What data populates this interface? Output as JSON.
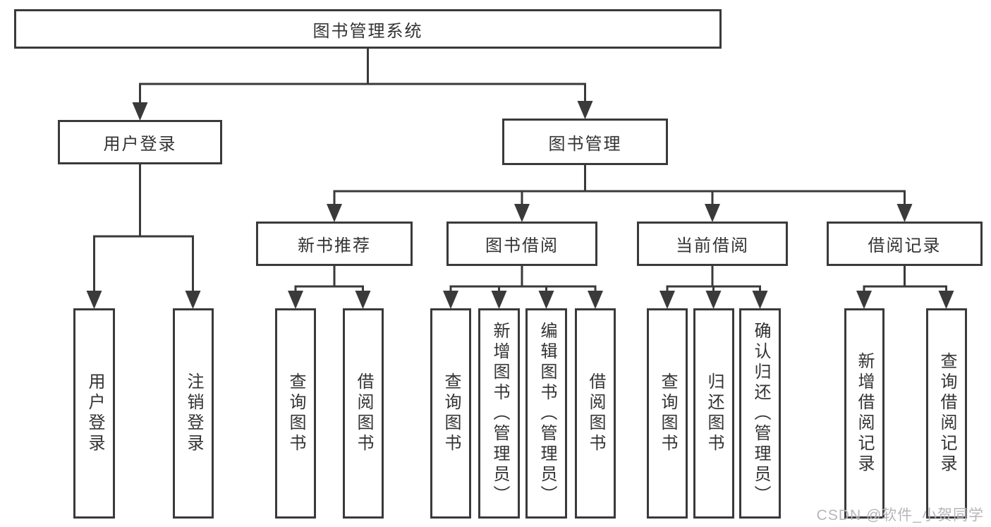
{
  "diagram": {
    "root": {
      "label": "图书管理系统"
    },
    "branches": [
      {
        "label": "用户登录",
        "children": [
          {
            "label": "用户登录"
          },
          {
            "label": "注销登录"
          }
        ]
      },
      {
        "label": "图书管理",
        "children": [
          {
            "label": "新书推荐",
            "children": [
              {
                "label": "查询图书"
              },
              {
                "label": "借阅图书"
              }
            ]
          },
          {
            "label": "图书借阅",
            "children": [
              {
                "label": "查询图书"
              },
              {
                "label": "新增图书（管理员）"
              },
              {
                "label": "编辑图书（管理员）"
              },
              {
                "label": "借阅图书"
              }
            ]
          },
          {
            "label": "当前借阅",
            "children": [
              {
                "label": "查询图书"
              },
              {
                "label": "归还图书"
              },
              {
                "label": "确认归还（管理员）"
              }
            ]
          },
          {
            "label": "借阅记录",
            "children": [
              {
                "label": "新增借阅记录"
              },
              {
                "label": "查询借阅记录"
              }
            ]
          }
        ]
      }
    ]
  },
  "watermark": {
    "text": "CSDN @软件_小贺同学"
  },
  "colors": {
    "line": "#3a3a3a",
    "text": "#333333",
    "watermark": "#b6b6b6",
    "background": "#ffffff"
  }
}
